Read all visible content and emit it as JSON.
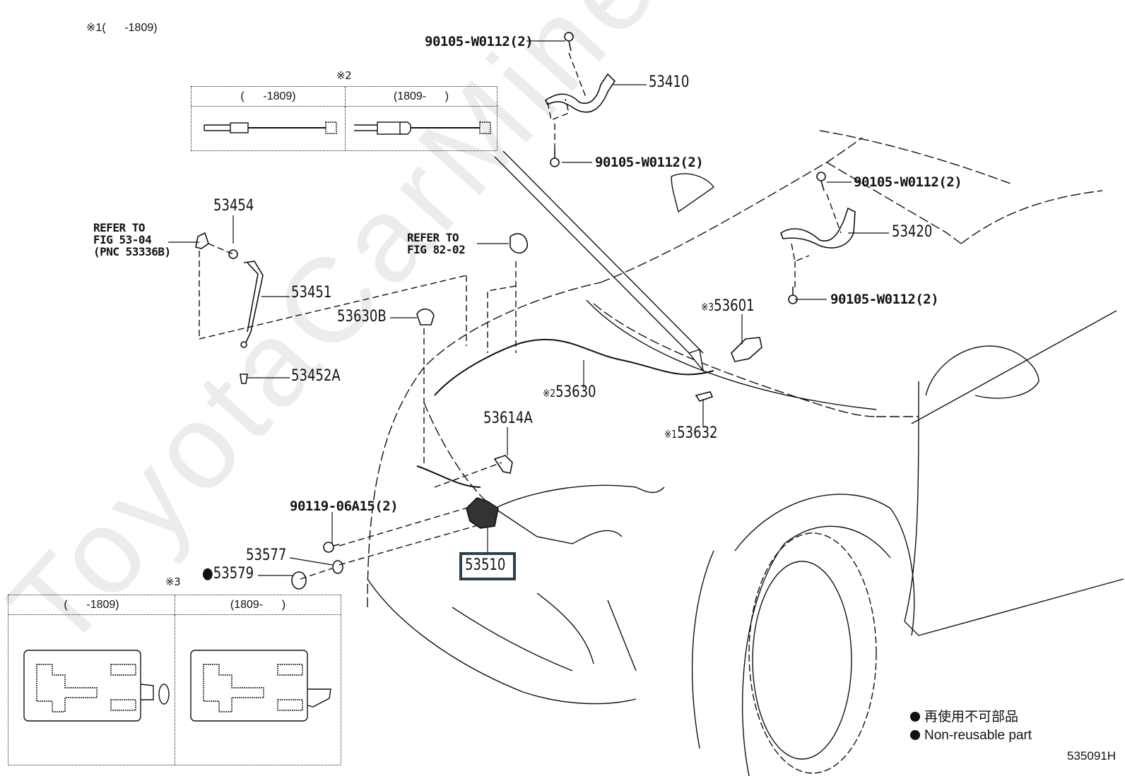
{
  "diagram": {
    "header_note": {
      "marker": "※1",
      "range": "(      -1809)"
    },
    "watermark": "ToyotaCarMine.ru",
    "figure_id": "535091H",
    "table_2": {
      "marker": "※2",
      "columns": [
        "(      -1809)",
        "(1809-      )"
      ]
    },
    "table_3": {
      "marker": "※3",
      "columns": [
        "(      -1809)",
        "(1809-      )"
      ]
    },
    "callouts": {
      "bolt_top_53410": "90105-W0112(2)",
      "part_53410": "53410",
      "bolt_bottom_53410": "90105-W0112(2)",
      "bolt_top_53420": "90105-W0112(2)",
      "part_53420": "53420",
      "bolt_bottom_53420": "90105-W0112(2)",
      "refer_53_04": [
        "REFER TO",
        "FIG 53-04",
        "(PNC 53336B)"
      ],
      "part_53454": "53454",
      "part_53451": "53451",
      "part_53452A": "53452A",
      "refer_82_02": [
        "REFER TO",
        "FIG 82-02"
      ],
      "part_53630B": "53630B",
      "part_53630": {
        "marker": "※2",
        "number": "53630"
      },
      "part_53601": {
        "marker": "※3",
        "number": "53601"
      },
      "part_53632": {
        "marker": "※1",
        "number": "53632"
      },
      "part_53614A": "53614A",
      "bolt_90119": "90119-06A15(2)",
      "part_53577": "53577",
      "part_53579": {
        "marker": "●",
        "number": "53579"
      },
      "part_53510": "53510"
    },
    "highlighted_part": "53510",
    "legend": [
      {
        "marker": "●",
        "text": "再使用不可部品"
      },
      {
        "marker": "●",
        "text": "Non-reusable part"
      }
    ],
    "colors": {
      "highlight_border": "#2c414b",
      "line": "#111111",
      "watermark": "#ececec"
    }
  }
}
